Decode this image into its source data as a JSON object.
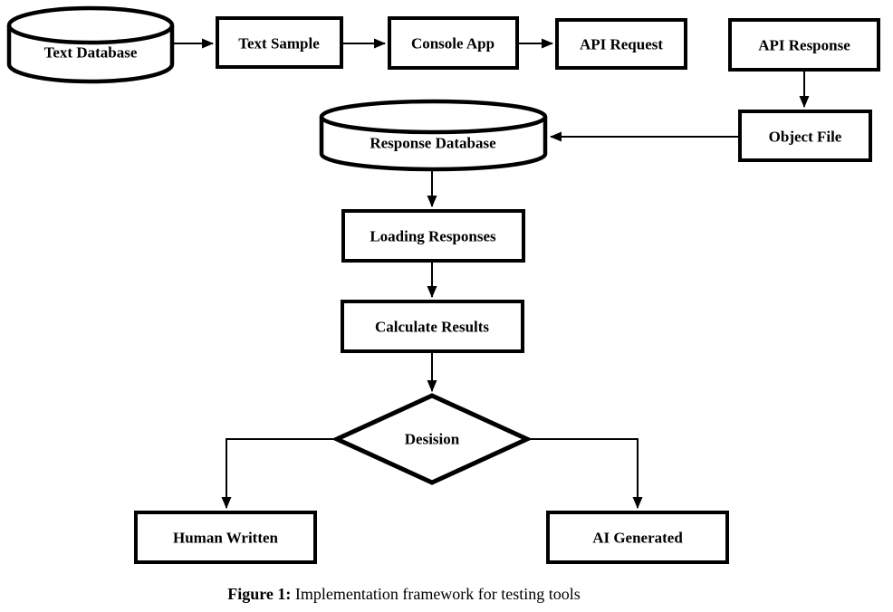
{
  "figure": {
    "caption_label": "Figure 1:",
    "caption_text": " Implementation framework for testing tools"
  },
  "colors": {
    "stroke": "#000000",
    "background": "#ffffff",
    "text": "#000000"
  },
  "nodes": {
    "text_database": {
      "label": "Text Database",
      "shape": "cylinder"
    },
    "text_sample": {
      "label": "Text Sample",
      "shape": "rectangle"
    },
    "console_app": {
      "label": "Console App",
      "shape": "rectangle"
    },
    "api_request": {
      "label": "API Request",
      "shape": "rectangle"
    },
    "api_response": {
      "label": "API Response",
      "shape": "rectangle"
    },
    "object_file": {
      "label": "Object File",
      "shape": "rectangle"
    },
    "response_database": {
      "label": "Response Database",
      "shape": "cylinder"
    },
    "loading_responses": {
      "label": "Loading Responses",
      "shape": "rectangle"
    },
    "calculate_results": {
      "label": "Calculate Results",
      "shape": "rectangle"
    },
    "decision": {
      "label": "Desision",
      "shape": "diamond"
    },
    "human_written": {
      "label": "Human Written",
      "shape": "rectangle"
    },
    "ai_generated": {
      "label": "AI Generated",
      "shape": "rectangle"
    }
  },
  "edges": [
    {
      "from": "text-database",
      "to": "text-sample"
    },
    {
      "from": "text-sample",
      "to": "console-app"
    },
    {
      "from": "console-app",
      "to": "api-request"
    },
    {
      "from": "api-response",
      "to": "object-file"
    },
    {
      "from": "object-file",
      "to": "response-database"
    },
    {
      "from": "response-database",
      "to": "loading-responses"
    },
    {
      "from": "loading-responses",
      "to": "calculate-results"
    },
    {
      "from": "calculate-results",
      "to": "decision"
    },
    {
      "from": "decision",
      "to": "human-written"
    },
    {
      "from": "decision",
      "to": "ai-generated"
    }
  ]
}
